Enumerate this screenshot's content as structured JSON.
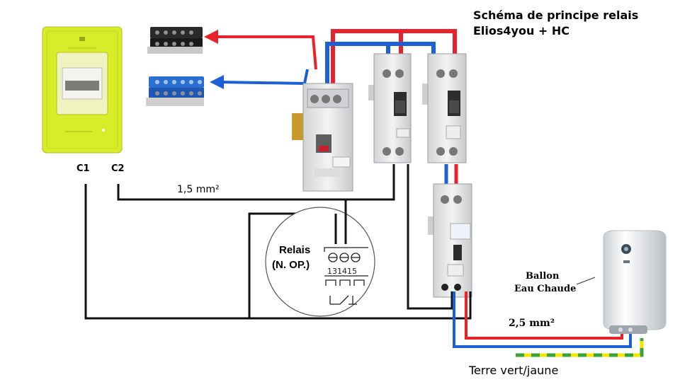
{
  "title": {
    "line1": "Schéma de principe relais",
    "line2": "Elios4you + HC"
  },
  "labels": {
    "c1": "C1",
    "c2": "C2",
    "wire_small": "1,5 mm²",
    "wire_large": "2,5 mm²",
    "relay_line1": "Relais",
    "relay_line2": "(N. OP.)",
    "relay_terminals": "131415",
    "tank_line1": "Ballon",
    "tank_line2": "Eau Chaude",
    "earth": "Terre vert/jaune"
  },
  "colors": {
    "phase": "#e8212a",
    "neutral": "#1d5fd4",
    "control": "#111111",
    "earth_yellow": "#f2e600",
    "earth_green": "#3aa335",
    "meter_body": "#d8ec2a"
  }
}
